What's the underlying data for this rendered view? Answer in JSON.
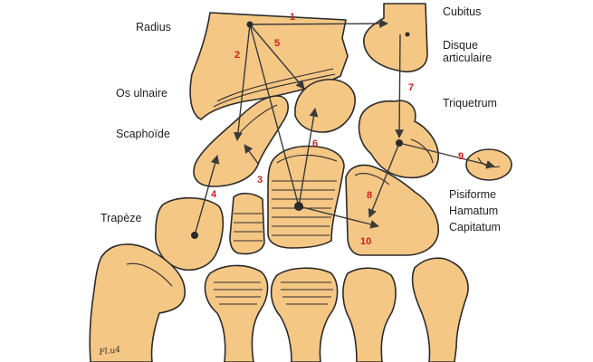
{
  "colors": {
    "bone_fill": "#F5C784",
    "outline": "#2b2b2b",
    "arrow": "#3a3a3a",
    "number": "#cc1f1f",
    "background": "#ffffff"
  },
  "labels": {
    "radius": "Radius",
    "cubitus": "Cubitus",
    "disque_line1": "Disque",
    "disque_line2": "articulaire",
    "os_ulnaire": "Os ulnaire",
    "triquetrum": "Triquetrum",
    "scaphoide": "Scaphoïde",
    "trapeze": "Trapèze",
    "pisiforme": "Pisiforme",
    "hamatum": "Hamatum",
    "capitatum": "Capitatum"
  },
  "arrow_numbers": [
    "1",
    "2",
    "3",
    "4",
    "5",
    "6",
    "7",
    "8",
    "9",
    "10"
  ],
  "signature": "Fl.u4"
}
